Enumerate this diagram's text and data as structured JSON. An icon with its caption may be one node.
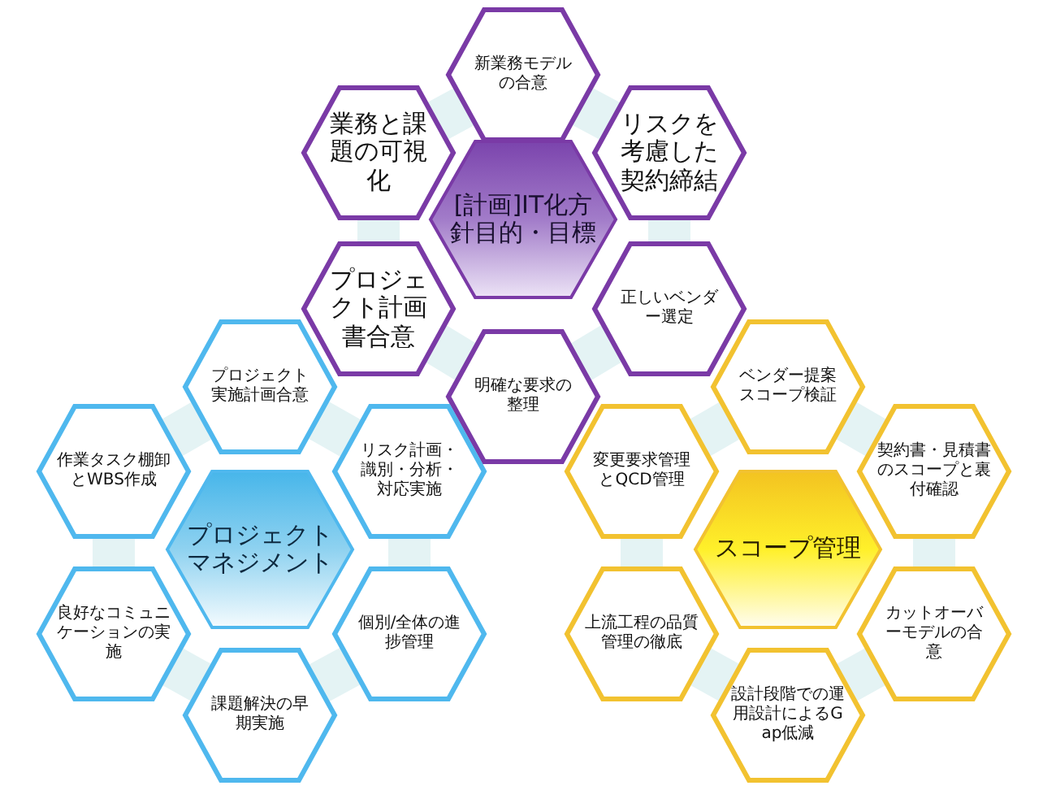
{
  "diagram": {
    "nodes": [
      {
        "text": [
          "[計画]IT化方針目的・目標"
        ]
      },
      {
        "text": [
          "新業務モデルの合意"
        ]
      },
      {
        "text": [
          "リスクを考慮した契約締結"
        ]
      },
      {
        "text": [
          "正しいベンダー選定"
        ]
      },
      {
        "text": [
          "明確な要求の整理"
        ]
      },
      {
        "text": [
          "プロジェクト計画書合意"
        ]
      },
      {
        "text": [
          "業務と課題の可視化"
        ]
      },
      {
        "text": [
          "プロジェクトマネジメント"
        ]
      },
      {
        "text": [
          "プロジェクト実施計画合意"
        ]
      },
      {
        "text": [
          "リスク計画・識別・分析・対応実施"
        ]
      },
      {
        "text": [
          "個別/全体の進捗管理"
        ]
      },
      {
        "text": [
          "課題解決の早期実施"
        ]
      },
      {
        "text": [
          "良好なコミュニケーションの実施"
        ]
      },
      {
        "text": [
          "作業タスク棚卸とWBS作成"
        ]
      },
      {
        "text": [
          "スコープ管理"
        ]
      },
      {
        "text": [
          "ベンダー提案スコープ検証"
        ]
      },
      {
        "text": [
          "契約書・見積書のスコープと裏付確認"
        ]
      },
      {
        "text": [
          "カットオーバーモデルの合意"
        ]
      },
      {
        "text": [
          "設計段階での運用設計によるGap低減"
        ]
      },
      {
        "text": [
          "上流工程の品質管理の徹底"
        ]
      },
      {
        "text": [
          "変更要求管理とQCD管理"
        ]
      }
    ]
  }
}
